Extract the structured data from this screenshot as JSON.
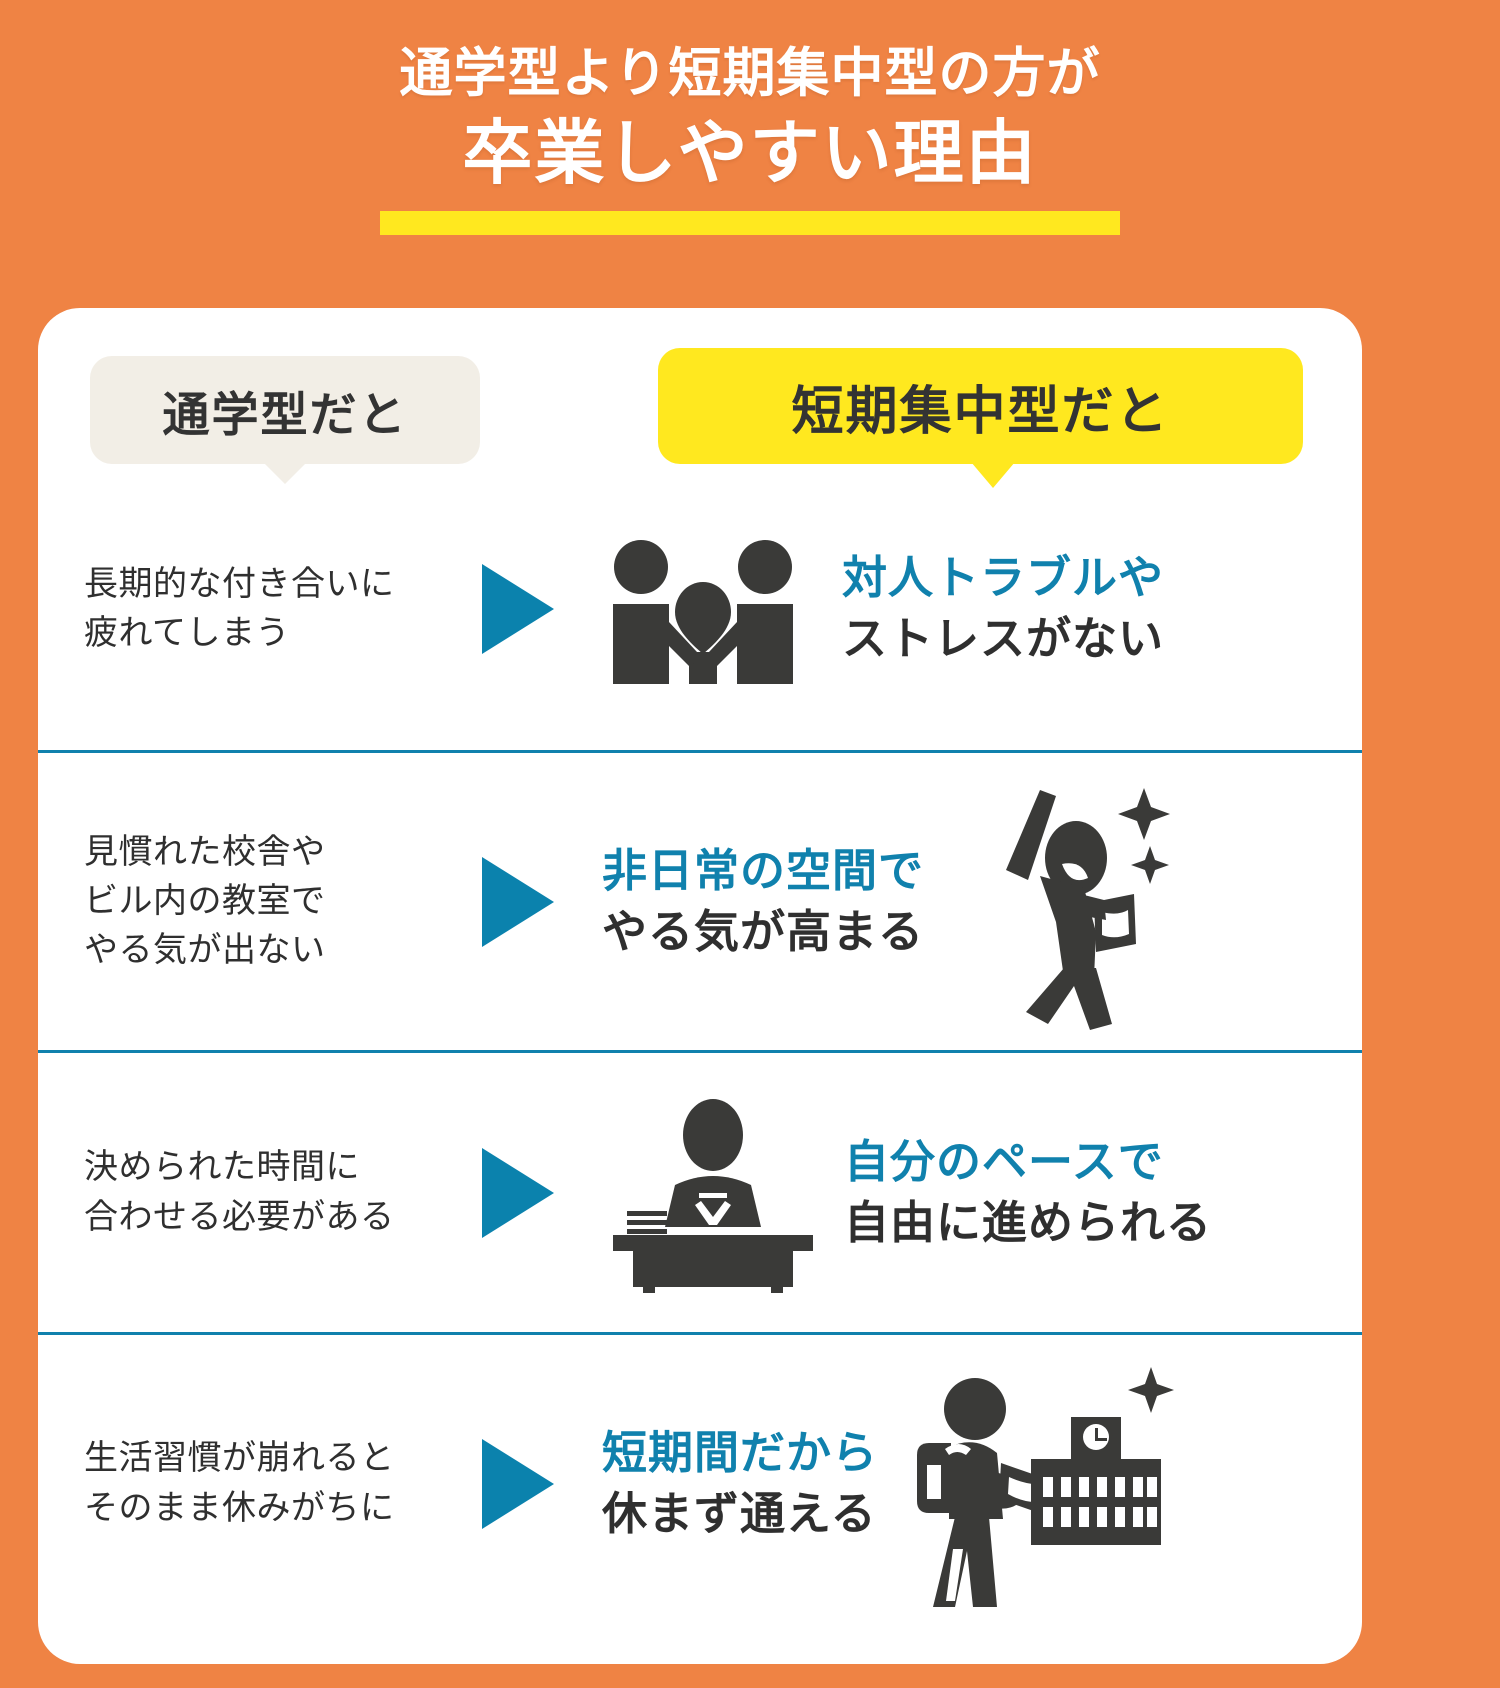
{
  "colors": {
    "background_orange": "#ef8344",
    "card_white": "#ffffff",
    "accent_yellow": "#ffe81f",
    "accent_blue": "#1081ad",
    "bubble_beige": "#f2eee6",
    "text_dark": "#2f2f2f",
    "icon_dark": "#3a3a38"
  },
  "header": {
    "title_line_1": "通学型より短期集中型の方が",
    "title_line_2": "卒業しやすい理由",
    "underline": "yellow-underline-bar"
  },
  "columns": {
    "left_label": "通学型だと",
    "right_label": "短期集中型だと"
  },
  "rows": [
    {
      "left_text": "長期的な付き合いに\n疲れてしまう",
      "arrow": "right-triangle",
      "icon": "handshake-heart-icon",
      "right_accent": "対人トラブルや",
      "right_base": "ストレスがない"
    },
    {
      "left_text": "見慣れた校舎や\nビル内の教室で\nやる気が出ない",
      "arrow": "right-triangle",
      "icon": "person-cheering-sparkles-icon",
      "right_accent": "非日常の空間で",
      "right_base": "やる気が高まる"
    },
    {
      "left_text": "決められた時間に\n合わせる必要がある",
      "arrow": "right-triangle",
      "icon": "person-at-desk-icon",
      "right_accent": "自分のペースで",
      "right_base": "自由に進められる"
    },
    {
      "left_text": "生活習慣が崩れると\nそのまま休みがちに",
      "arrow": "right-triangle",
      "icon": "student-walking-school-icon",
      "right_accent": "短期間だから",
      "right_base": "休まず通える"
    }
  ]
}
